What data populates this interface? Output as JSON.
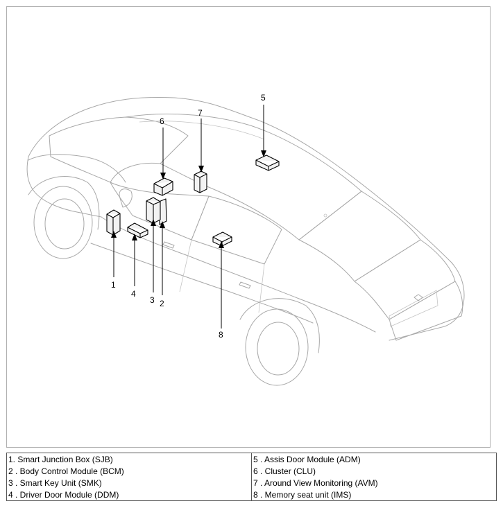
{
  "callouts": [
    "1",
    "2",
    "3",
    "4",
    "5",
    "6",
    "7",
    "8"
  ],
  "legend": {
    "left": [
      "1. Smart Junction Box (SJB)",
      "2 . Body Control Module (BCM)",
      "3 . Smart Key Unit (SMK)",
      "4 . Driver Door Module (DDM)"
    ],
    "right": [
      "5 . Assis Door Module (ADM)",
      "6 . Cluster (CLU)",
      "7 . Around View Monitoring (AVM)",
      "8 . Memory seat unit (IMS)"
    ]
  }
}
